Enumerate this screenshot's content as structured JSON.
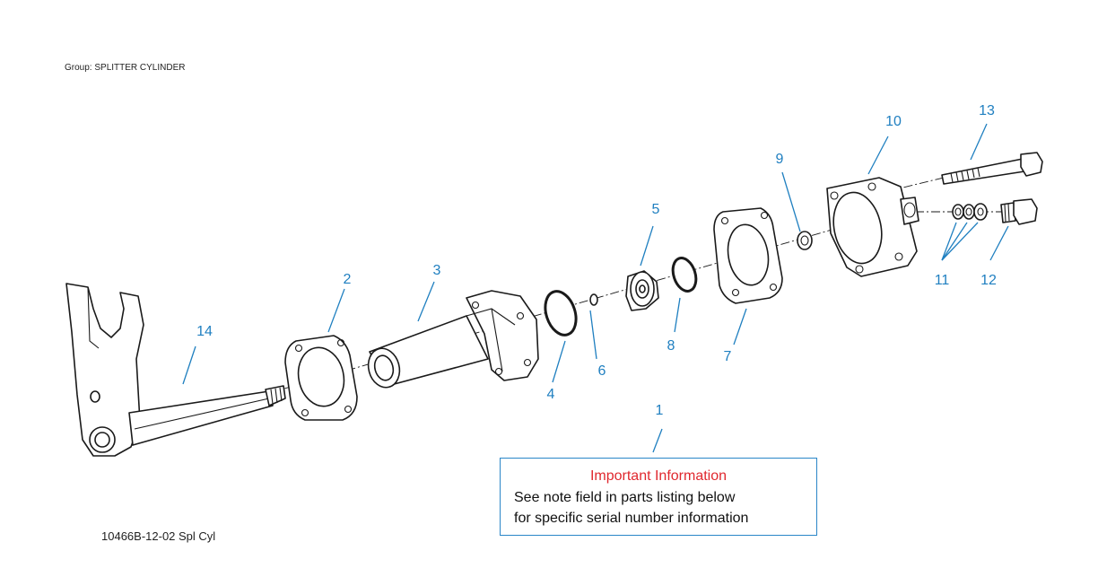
{
  "header": {
    "group_label": "Group: SPLITTER CYLINDER"
  },
  "figure": {
    "id_label": "10466B-12-02 Spl Cyl"
  },
  "colors": {
    "callout": "#1f7fc0",
    "important": "#e0282e",
    "box_border": "#2a86c8",
    "line_art": "#1a1a1a"
  },
  "callouts": {
    "c1": "1",
    "c2": "2",
    "c3": "3",
    "c4": "4",
    "c5": "5",
    "c6": "6",
    "c7": "7",
    "c8": "8",
    "c9": "9",
    "c10": "10",
    "c11": "11",
    "c12": "12",
    "c13": "13",
    "c14": "14"
  },
  "info_box": {
    "title": "Important Information",
    "line1": "See note field in parts listing below",
    "line2": "for specific serial number information"
  }
}
